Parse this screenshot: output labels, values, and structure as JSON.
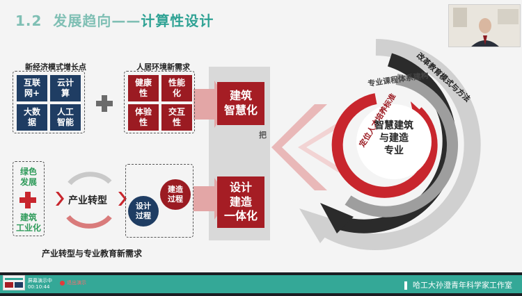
{
  "slide": {
    "number": "1.2",
    "title_main": "发展趋向——",
    "title_highlight": "计算性设计"
  },
  "groups": {
    "economy_label": "新经济模式增长点",
    "habitat_label": "人居环境新需求",
    "transform_label": "产业转型与专业教育新需求"
  },
  "economy_items": [
    "互联\n网+",
    "云计\n算",
    "大数\n据",
    "人工\n智能"
  ],
  "habitat_items": [
    "健康\n性",
    "性能\n化",
    "体验\n性",
    "交互\n性"
  ],
  "green_items": [
    "绿色\n发展",
    "建筑\n工业化"
  ],
  "outcomes": {
    "smart": "建筑\n智慧化",
    "integration": "设计\n建造\n一体化",
    "grasp": "把"
  },
  "transform": {
    "label": "产业转型",
    "design": "设计\n过程",
    "build": "建造\n过程"
  },
  "cycle": {
    "outer": "改革教育模式与方法",
    "middle": "专业课程体系建构",
    "inner": "定位人才培养标准",
    "center": "智慧建筑\n与建造\n专业"
  },
  "status": {
    "sharing": "屏幕演示中",
    "time": "00:10:44",
    "exit": "退出演示",
    "brand": "哈工大孙澄青年科学家工作室"
  },
  "colors": {
    "teal": "#2fa294",
    "navy": "#1f3d63",
    "red": "#a51d24",
    "green": "#2f9b5a"
  }
}
